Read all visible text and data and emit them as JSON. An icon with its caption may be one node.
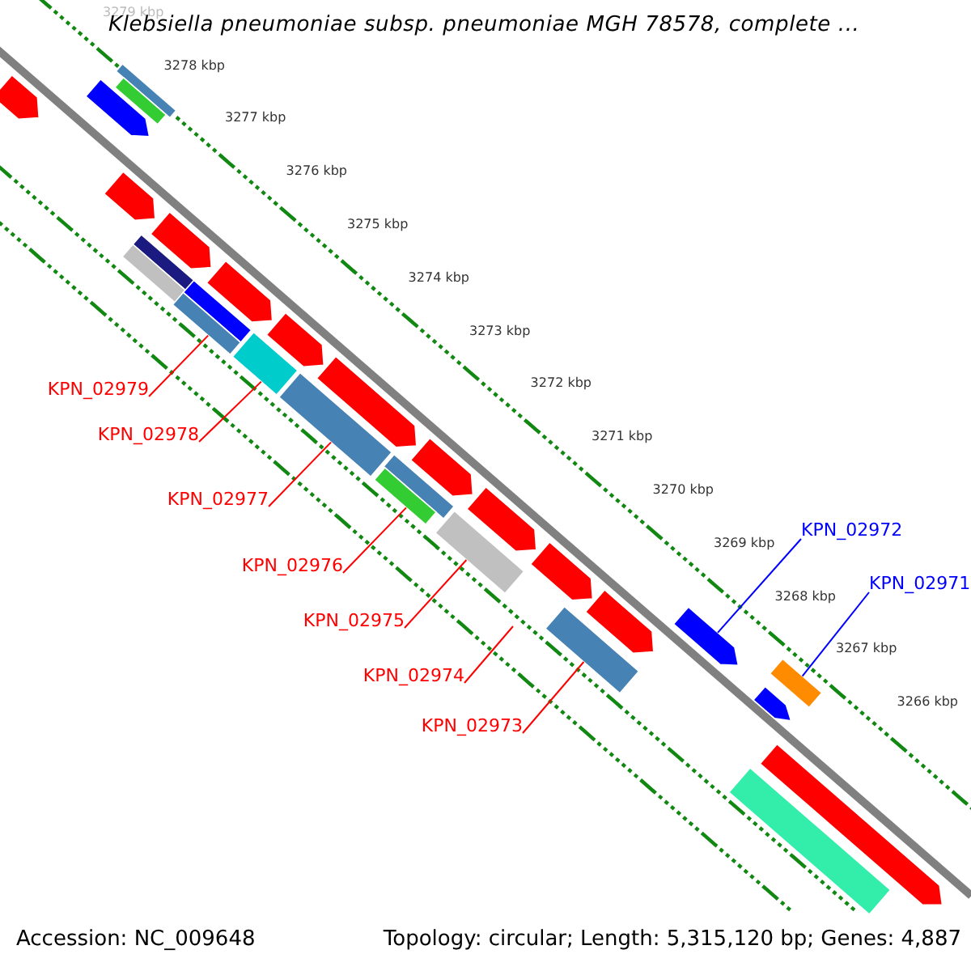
{
  "diagram": {
    "title": "Klebsiella pneumoniae subsp. pneumoniae MGH 78578, complete ...",
    "nodes": [
      {
        "text": [
          "KPN_02979"
        ]
      },
      {
        "text": [
          "KPN_02978"
        ]
      },
      {
        "text": [
          "KPN_02977"
        ]
      },
      {
        "text": [
          "KPN_02976"
        ]
      },
      {
        "text": [
          "KPN_02975"
        ]
      },
      {
        "text": [
          "KPN_02974"
        ]
      },
      {
        "text": [
          "KPN_02973"
        ]
      },
      {
        "text": [
          "KPN_02972"
        ]
      },
      {
        "text": [
          "KPN_02971"
        ]
      },
      {
        "text": [],
        "shape": "pentagon"
      },
      {
        "text": [],
        "shape": "pentagon"
      },
      {
        "text": [],
        "shape": "bar"
      },
      {
        "text": [],
        "shape": "bar"
      },
      {
        "text": [],
        "shape": "pentagon"
      },
      {
        "text": [],
        "shape": "bar"
      },
      {
        "text": [],
        "shape": "bar"
      },
      {
        "text": [],
        "shape": "pentagon"
      },
      {
        "text": [],
        "shape": "bar"
      },
      {
        "text": [],
        "shape": "bar"
      },
      {
        "text": [],
        "shape": "pentagon"
      },
      {
        "text": [],
        "shape": "bar"
      },
      {
        "text": [],
        "shape": "pentagon"
      },
      {
        "text": [],
        "shape": "bar"
      },
      {
        "text": [],
        "shape": "pentagon"
      },
      {
        "text": [],
        "shape": "bar"
      },
      {
        "text": [],
        "shape": "bar"
      },
      {
        "text": [],
        "shape": "pentagon"
      },
      {
        "text": [],
        "shape": "bar"
      },
      {
        "text": [],
        "shape": "pentagon"
      },
      {
        "text": [],
        "shape": "pentagon"
      },
      {
        "text": [],
        "shape": "bar"
      },
      {
        "text": [],
        "shape": "pentagon"
      },
      {
        "text": [],
        "shape": "pentagon"
      },
      {
        "text": [],
        "shape": "bar"
      },
      {
        "text": [],
        "shape": "pentagon"
      },
      {
        "text": [],
        "shape": "pentagon"
      },
      {
        "text": [],
        "shape": "bar"
      }
    ],
    "edges": [
      {
        "from": 0,
        "to": 18,
        "arrow": "none"
      },
      {
        "from": 1,
        "to": 20,
        "arrow": "none"
      },
      {
        "from": 2,
        "to": 22,
        "arrow": "none"
      },
      {
        "from": 3,
        "to": 25,
        "arrow": "none"
      },
      {
        "from": 4,
        "to": 27,
        "arrow": "none"
      },
      {
        "from": 5,
        "to": null,
        "arrow": "none"
      },
      {
        "from": 6,
        "to": 30,
        "arrow": "none"
      },
      {
        "from": 7,
        "to": 32,
        "arrow": "none",
        "color": "#0000ff"
      },
      {
        "from": 8,
        "to": 33,
        "arrow": "none",
        "color": "#0000ff"
      }
    ],
    "labels": [
      "3279 kbp",
      "3278 kbp",
      "3277 kbp",
      "3276 kbp",
      "3275 kbp",
      "3274 kbp",
      "3273 kbp",
      "3272 kbp",
      "3271 kbp",
      "3270 kbp",
      "3269 kbp",
      "3268 kbp",
      "3267 kbp",
      "3266 kbp",
      "Accession: NC_009648",
      "Topology: circular; Length: 5,315,120 bp; Genes: 4,887"
    ]
  }
}
